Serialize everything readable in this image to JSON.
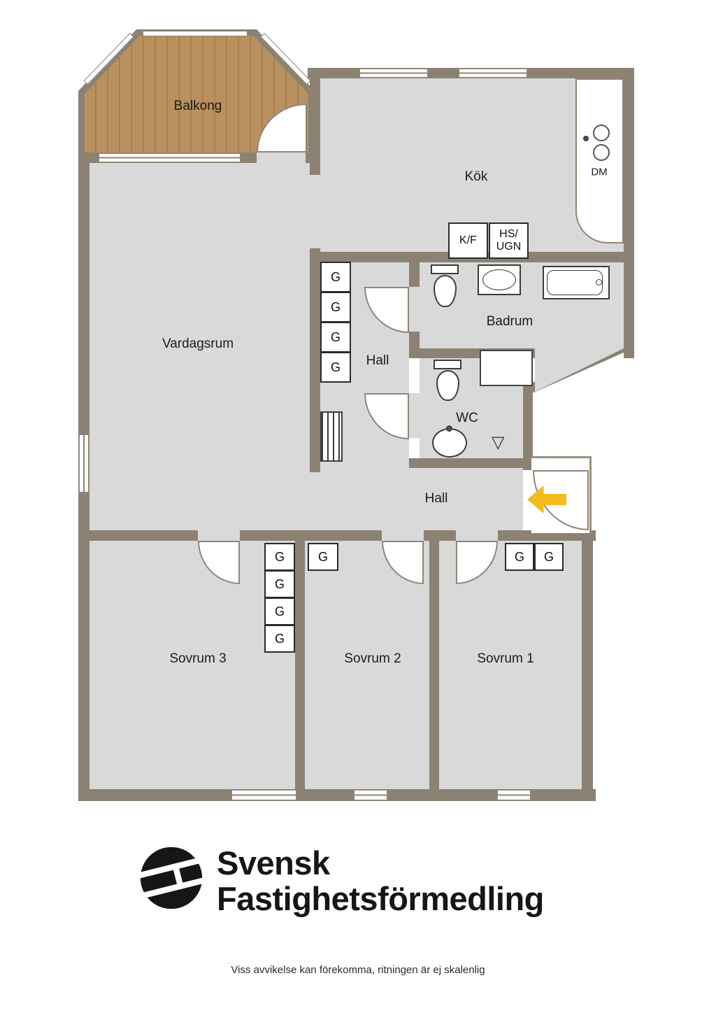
{
  "colors": {
    "wall": "#8b8273",
    "floor": "#d9d9d9",
    "balcony_wood": "#b9905f",
    "entrance_arrow": "#f3bb1b",
    "text": "#1c1c1c"
  },
  "plan": {
    "rooms": [
      {
        "id": "balcony",
        "label": "Balkong"
      },
      {
        "id": "kitchen",
        "label": "Kök"
      },
      {
        "id": "living",
        "label": "Vardagsrum"
      },
      {
        "id": "hall_upper",
        "label": "Hall"
      },
      {
        "id": "bathroom",
        "label": "Badrum"
      },
      {
        "id": "wc",
        "label": "WC"
      },
      {
        "id": "hall_lower",
        "label": "Hall"
      },
      {
        "id": "bedroom3",
        "label": "Sovrum 3"
      },
      {
        "id": "bedroom2",
        "label": "Sovrum 2"
      },
      {
        "id": "bedroom1",
        "label": "Sovrum 1"
      }
    ],
    "fixtures": {
      "dishwasher": "DM",
      "fridge_freezer": "K/F",
      "oven_line1": "HS/",
      "oven_line2": "UGN",
      "wardrobe": "G",
      "floor_drain_glyph": "▽"
    }
  },
  "branding": {
    "name_line1": "Svensk",
    "name_line2": "Fastighetsförmedling"
  },
  "footer": {
    "disclaimer": "Viss avvikelse kan förekomma, ritningen är ej skalenlig"
  }
}
